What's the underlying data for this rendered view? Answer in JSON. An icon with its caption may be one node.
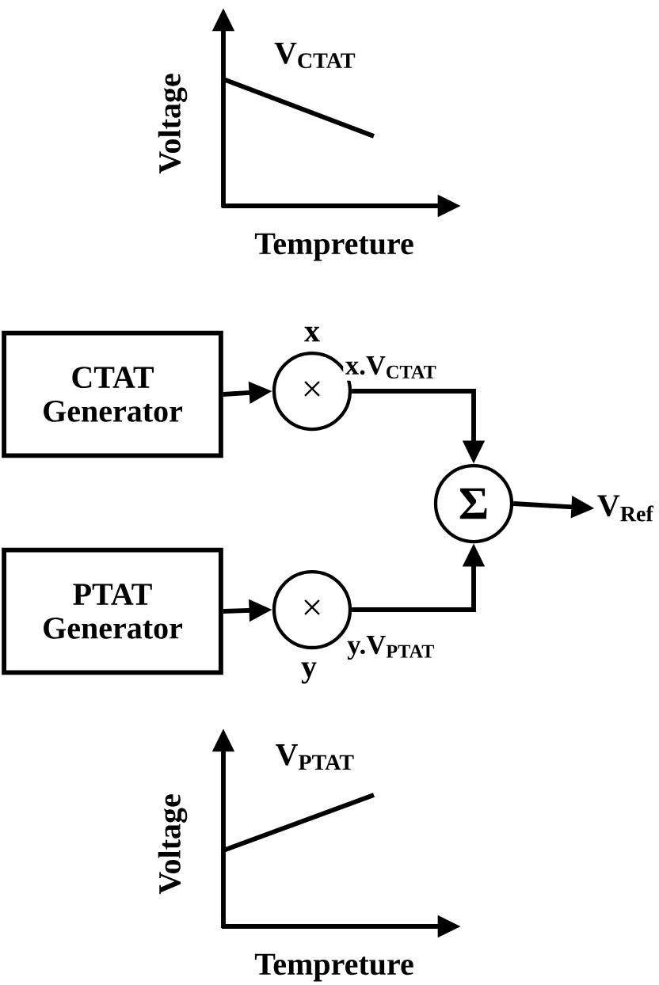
{
  "diagram": {
    "nodes": [
      {
        "text": [
          "CTAT Generator"
        ]
      },
      {
        "text": [
          "×"
        ],
        "beside": [
          "x"
        ]
      },
      {
        "text": [
          "PTAT Generator"
        ]
      },
      {
        "text": [
          "×"
        ],
        "beside": [
          "y"
        ]
      },
      {
        "text": [
          "Σ"
        ]
      },
      {
        "text": [
          "V$_{Ref}$"
        ]
      }
    ],
    "edges": [
      {
        "from": 0,
        "to": 1,
        "arrow": "to"
      },
      {
        "from": 2,
        "to": 3,
        "arrow": "to"
      },
      {
        "from": 1,
        "to": 4,
        "arrow": "to",
        "label": "x.V$_{CTAT}$"
      },
      {
        "from": 3,
        "to": 4,
        "arrow": "to",
        "label": "y.V$_{PTAT}$"
      },
      {
        "from": 4,
        "to": 5,
        "arrow": "to"
      }
    ],
    "labels": [
      "V$_{CTAT}$",
      "Voltage",
      "Tempreture",
      "V$_{PTAT}$",
      "Voltage",
      "Tempreture"
    ]
  }
}
